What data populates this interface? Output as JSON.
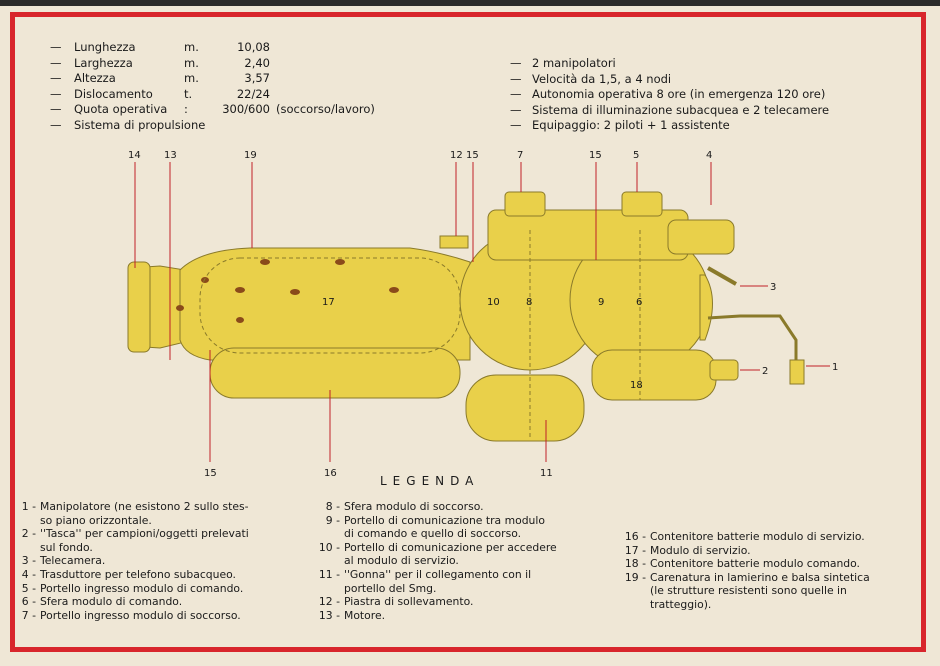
{
  "specs_left": [
    {
      "label": "Lunghezza",
      "unit": "m.",
      "value": "10,08",
      "note": ""
    },
    {
      "label": "Larghezza",
      "unit": "m.",
      "value": "2,40",
      "note": ""
    },
    {
      "label": "Altezza",
      "unit": "m.",
      "value": "3,57",
      "note": ""
    },
    {
      "label": "Dislocamento",
      "unit": "t.",
      "value": "22/24",
      "note": ""
    },
    {
      "label": "Quota operativa",
      "unit": ":",
      "value": "300/600",
      "note": "(soccorso/lavoro)"
    },
    {
      "label": "Sistema di propulsione",
      "unit": "",
      "value": "",
      "note": ""
    }
  ],
  "specs_right": [
    "2 manipolatori",
    "Velocità da 1,5, a 4 nodi",
    "Autonomia operativa 8 ore (in emergenza 120 ore)",
    "Sistema di illuminazione subacquea e 2 telecamere",
    "Equipaggio: 2 piloti + 1 assistente"
  ],
  "callouts": {
    "c1": "1",
    "c2": "2",
    "c3": "3",
    "c4": "4",
    "c5": "5",
    "c6": "6",
    "c7": "7",
    "c8": "8",
    "c9": "9",
    "c10": "10",
    "c11": "11",
    "c12": "12",
    "c13": "13",
    "c14": "14",
    "c15a": "15",
    "c15b": "15",
    "c15c": "15",
    "c16": "16",
    "c17": "17",
    "c18": "18",
    "c19": "19"
  },
  "legend_title": "LEGENDA",
  "legend_col1": [
    {
      "n": "1 -",
      "t": "Manipolatore (ne esistono 2 sullo stes-\nso piano orizzontale."
    },
    {
      "n": "2 -",
      "t": "''Tasca'' per campioni/oggetti prelevati\nsul fondo."
    },
    {
      "n": "3 -",
      "t": "Telecamera."
    },
    {
      "n": "4 -",
      "t": "Trasduttore per telefono subacqueo."
    },
    {
      "n": "5 -",
      "t": "Portello ingresso modulo di comando."
    },
    {
      "n": "6 -",
      "t": "Sfera modulo di comando."
    },
    {
      "n": "7 -",
      "t": "Portello ingresso modulo di soccorso."
    }
  ],
  "legend_col2": [
    {
      "n": "8 -",
      "t": "Sfera modulo di soccorso."
    },
    {
      "n": "9 -",
      "t": "Portello di comunicazione tra modulo\ndi comando e quello di soccorso."
    },
    {
      "n": "10 -",
      "t": "Portello di comunicazione per accedere\nal modulo di servizio."
    },
    {
      "n": "11 -",
      "t": "''Gonna'' per il collegamento con il\nportello del Smg."
    },
    {
      "n": "12 -",
      "t": "Piastra di sollevamento."
    },
    {
      "n": "13 -",
      "t": "Motore."
    }
  ],
  "legend_col3": [
    {
      "n": "16 -",
      "t": "Contenitore batterie modulo di servizio."
    },
    {
      "n": "17 -",
      "t": "Modulo di servizio."
    },
    {
      "n": "18 -",
      "t": "Contenitore batterie modulo comando."
    },
    {
      "n": "19 -",
      "t": "Carenatura in lamierino e balsa sintetica\n(le strutture resistenti sono quelle in\ntratteggio)."
    }
  ],
  "colors": {
    "hull": "#e9d04a",
    "hull_stroke": "#8a7a2a",
    "frame": "#d8262c",
    "paper": "#efe7d6"
  }
}
